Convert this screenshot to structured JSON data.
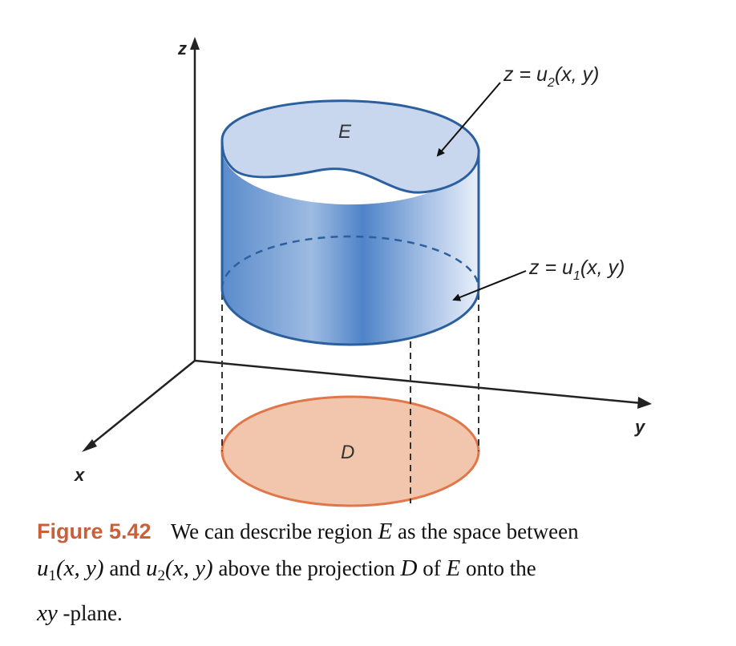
{
  "figure": {
    "axes": {
      "z_label": "z",
      "y_label": "y",
      "x_label": "x"
    },
    "regions": {
      "solid_label": "E",
      "projection_label": "D"
    },
    "surfaces": {
      "upper": {
        "prefix": "z = u",
        "subscript": "2",
        "suffix": "(x, y)"
      },
      "lower": {
        "prefix": "z = u",
        "subscript": "1",
        "suffix": "(x, y)"
      }
    },
    "colors": {
      "solid_fill_light": "#c9d7ee",
      "solid_fill_dark": "#5b8ccb",
      "solid_outline": "#2b5f9e",
      "projection_fill": "#f2c6ad",
      "projection_outline": "#e0774a",
      "caption_accent": "#c8613a"
    }
  },
  "caption": {
    "number": "Figure 5.42",
    "t1": " We can describe region ",
    "E1": "E",
    "t2": " as the space between",
    "u": "u",
    "sub1": "1",
    "args1": "(x, y)",
    "t3": " and ",
    "u2": "u",
    "sub2": "2",
    "args2": "(x, y)",
    "t4": " above the projection ",
    "D": "D",
    "t5": " of ",
    "E2": "E",
    "t6": " onto the",
    "xy": "xy",
    "t7": " -plane."
  }
}
